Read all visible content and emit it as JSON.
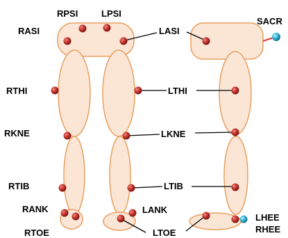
{
  "labels": {
    "rpsi": "RPSI",
    "lpsi": "LPSI",
    "rasi": "RASI",
    "lasi": "LASI",
    "sacr": "SACR",
    "rthi": "RTHI",
    "lthi": "LTHI",
    "rkne": "RKNE",
    "lkne": "LKNE",
    "rtib": "RTIB",
    "ltib": "LTIB",
    "rank": "RANK",
    "lank": "LANK",
    "rtoe": "RTOE",
    "ltoe": "LTOE",
    "lhee": "LHEE",
    "rhee": "RHEE"
  },
  "colors": {
    "segment_fill": "#fbe5d5",
    "segment_stroke": "#e8a060",
    "marker_red": "#c0322b",
    "marker_blue": "#35b2d3",
    "leader_line": "#000000",
    "sacr_connector": "#e53030"
  }
}
